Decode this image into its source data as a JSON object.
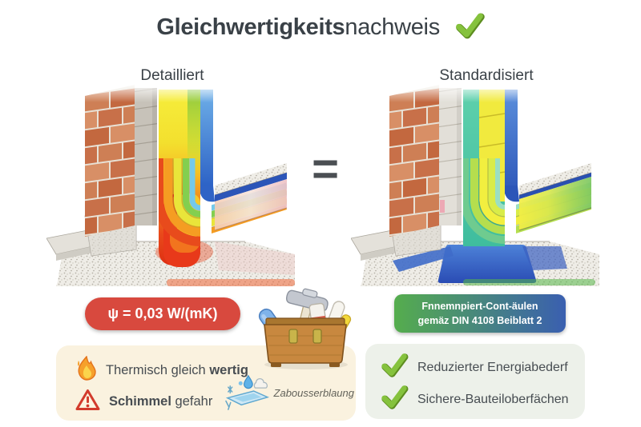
{
  "title": {
    "highlight": "Gleichwertigkeits",
    "rest": "nachweis"
  },
  "diagram": {
    "left_label": "Detailliert",
    "right_label": "Standardisiert",
    "equals": "="
  },
  "badges": {
    "psi": "ψ = 0,03 W/(mK)",
    "din_line1": "Fnnemnpiert-Cont-äulen",
    "din_line2": "gemäz DIN 4108 Beiblatt 2"
  },
  "risk_box": {
    "row1_regular": "Thermisch gleich",
    "row1_bold": "wertig",
    "row2_bold": "Schimmel",
    "row2_regular": "gefahr",
    "annotation": "Zabousserblaung"
  },
  "benefit_box": {
    "items": [
      {
        "text": "Reduzierter Energiabederf"
      },
      {
        "text": "Sichere-Bauteiloberfächen"
      }
    ]
  },
  "icons": {
    "title_check": "green-check-icon",
    "flame": "flame-icon",
    "warning": "warning-triangle-icon",
    "frost": "frost-water-illustration",
    "toolbox": "toolbox-illustration"
  },
  "colors": {
    "title_text": "#3a4147",
    "check_green": "#85c23d",
    "psi_badge_bg": "#d8493e",
    "din_badge_green": "#55ad4d",
    "din_badge_blue": "#3a5fb0",
    "risk_box_bg": "#faf2df",
    "benefit_box_bg": "#edf1ea",
    "thermal_hot": "#e8391a",
    "thermal_cold": "#2a5fc4"
  }
}
